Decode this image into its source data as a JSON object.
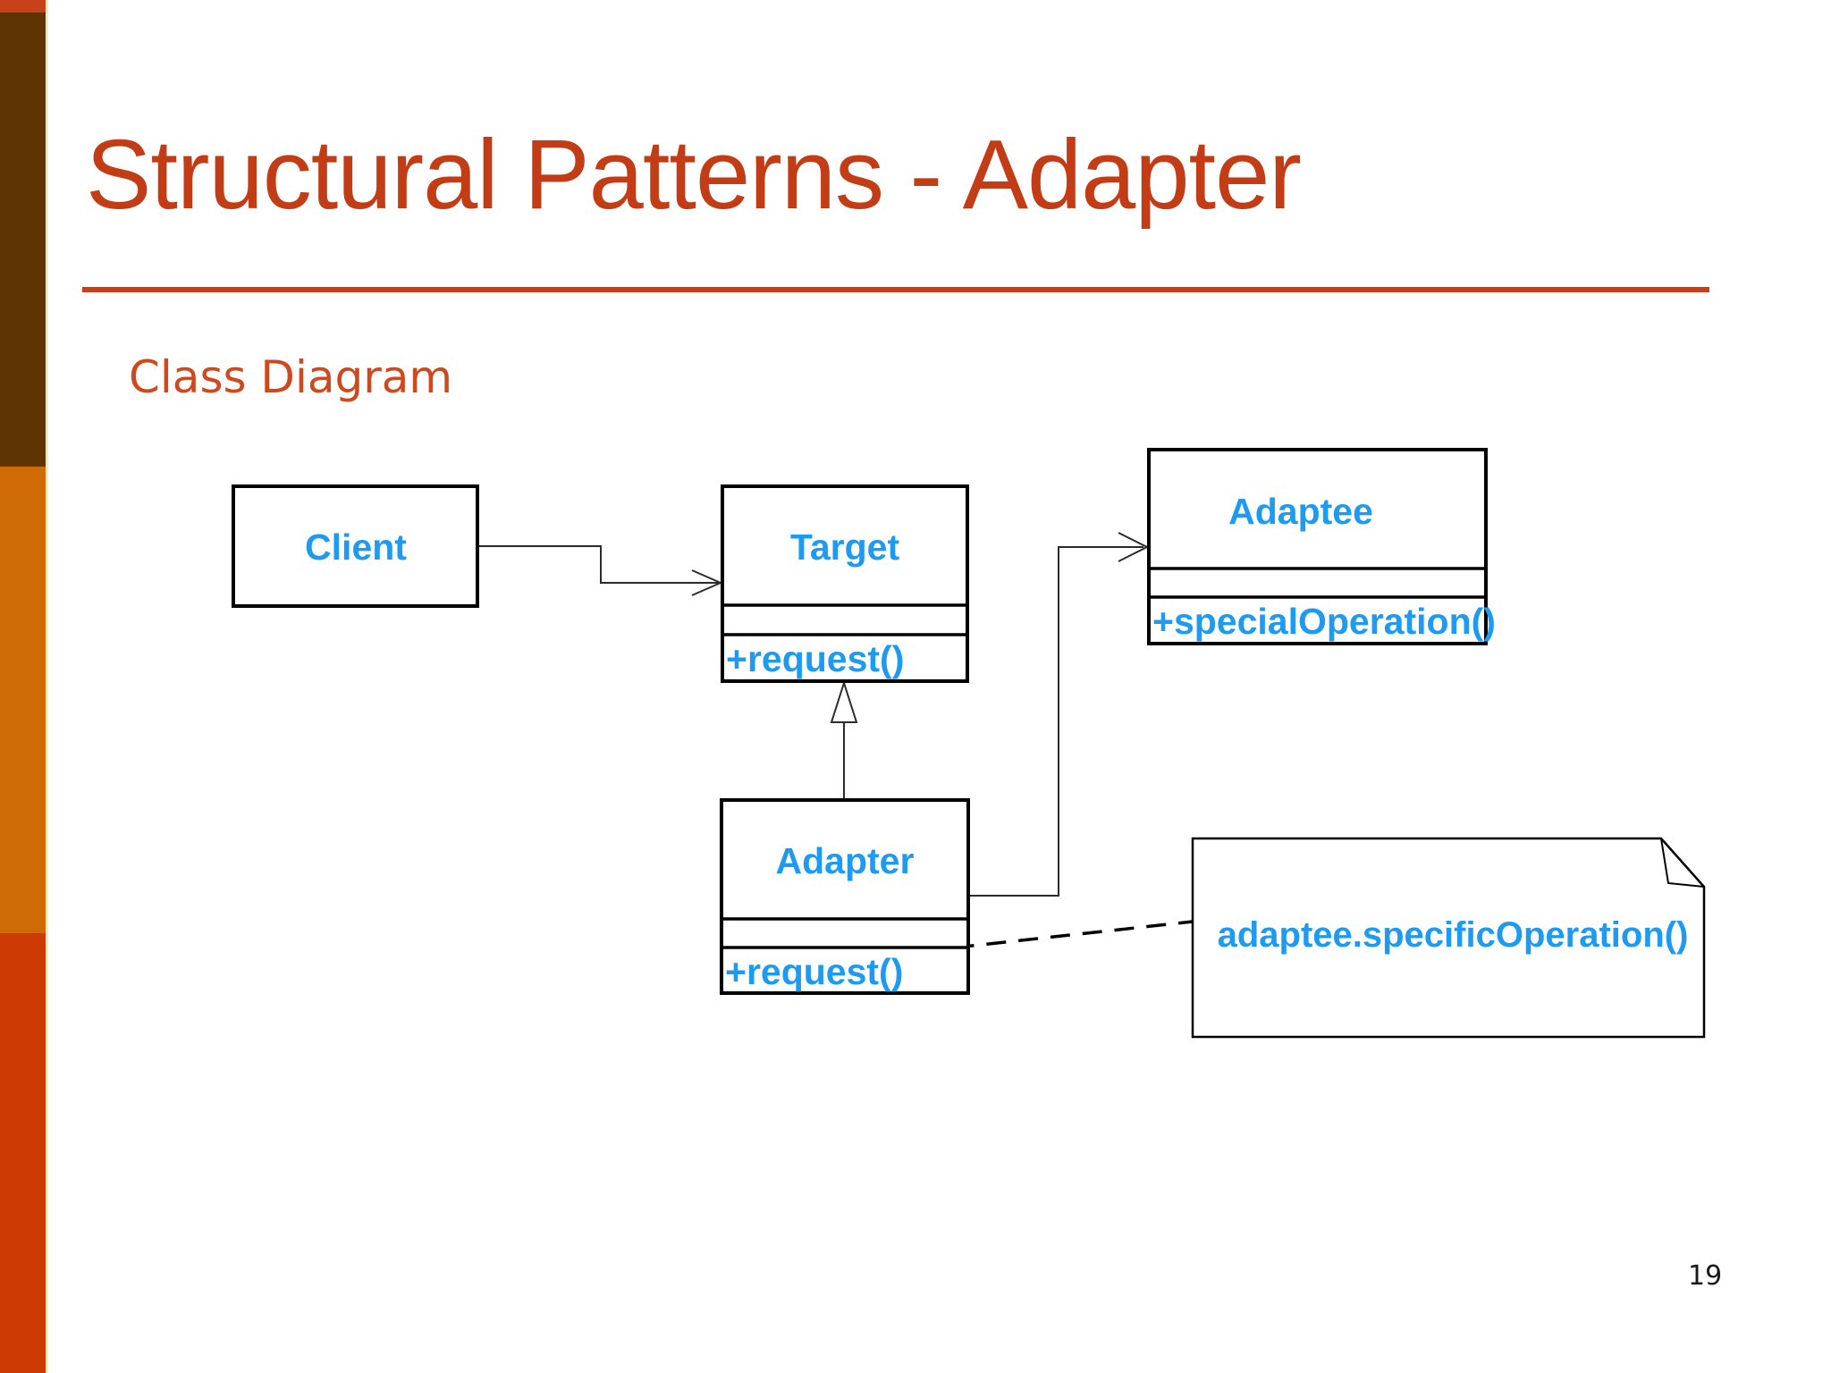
{
  "slide": {
    "title": "Structural Patterns - Adapter",
    "subtitle": "Class Diagram",
    "page_number": "19"
  },
  "colors": {
    "title_text": "#c23d16",
    "subtitle_text": "#ce491d",
    "title_underline": "#c8401a",
    "uml_text_blue": "#1e9bf0",
    "sidebar_brown": "#5e3405",
    "sidebar_orange": "#ce6b04",
    "sidebar_red": "#cc3a03",
    "box_border": "#000000"
  },
  "diagram": {
    "classes": [
      {
        "name": "Client"
      },
      {
        "name": "Target",
        "operation": "+request()"
      },
      {
        "name": "Adaptee",
        "operation": "+specialOperation()"
      },
      {
        "name": "Adapter",
        "operation": "+request()"
      }
    ],
    "note": {
      "text": "adaptee.specificOperation()"
    },
    "relations": [
      "client-to-target-association",
      "adapter-to-target-generalization",
      "adapter-to-adaptee-association",
      "adapter-to-note-dashed-link"
    ]
  }
}
